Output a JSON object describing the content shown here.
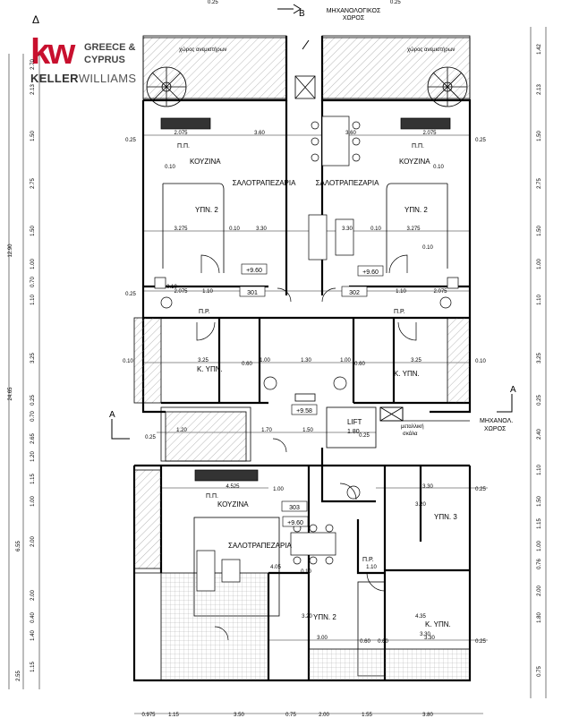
{
  "brand": {
    "mark": "kw",
    "line1": "GREECE &",
    "line2": "CYPRUS",
    "name_bold": "KELLER",
    "name_light": "WILLIAMS",
    "color": "#c8102e"
  },
  "markers": {
    "delta": "Δ",
    "section_b": "B",
    "section_a": "A"
  },
  "shaft": {
    "top_label_1": "ΜΗΧΑΝΟΛΟΓΙΚΟΣ",
    "top_label_2": "ΧΩΡΟΣ"
  },
  "terrace_label": "χώρος ανεμιστήρων",
  "rooms": {
    "kitchen": "ΚΟΥΖΙΝΑ",
    "living": "ΣΑΛΟΤΡΑΠΕΖΑΡΙΑ",
    "bedroom2": "ΥΠΝ. 2",
    "bedroom3": "ΥΠΝ. 3",
    "master": "Κ. ΥΠΝ.",
    "pp": "Π.Π.",
    "pr": "Π.Ρ.",
    "lift": "LIFT",
    "lift_dim": "1.80",
    "mech_1": "ΜΗΧΑΝΟΛ.",
    "mech_2": "ΧΩΡΟΣ",
    "metal_1": "μεταλλική",
    "metal_2": "σκάλα"
  },
  "units": [
    "301",
    "302",
    "303"
  ],
  "levels": [
    "+9.60",
    "+9.60",
    "+9.58",
    "+9.60"
  ],
  "dims_top": [
    "0.25",
    "0.25"
  ],
  "dims_bottom": [
    "0.975",
    "1.15",
    "3.50",
    "0.75",
    "2.00",
    "1.55",
    "3.80"
  ],
  "dims_left": [
    "2.70",
    "2.13",
    "1.50",
    "2.75",
    "1.50",
    "1.00",
    "0.70",
    "1.10",
    "3.25",
    "0.25",
    "0.70",
    "2.65",
    "1.20",
    "1.15",
    "1.00",
    "2.00",
    "2.00",
    "0.40",
    "1.40",
    "1.15",
    "6.55",
    "2.55"
  ],
  "dims_left_total": [
    "12.90",
    "24.65"
  ],
  "dims_right": [
    "1.42",
    "2.13",
    "1.50",
    "2.75",
    "1.50",
    "1.00",
    "1.10",
    "3.25",
    "0.25",
    "2.40",
    "1.10",
    "1.50",
    "1.15",
    "1.00",
    "0.76",
    "2.00",
    "1.80",
    "0.75"
  ],
  "dims_inner": [
    "2.075",
    "3.60",
    "3.60",
    "2.075",
    "0.25",
    "0.25",
    "0.10",
    "0.10",
    "3.275",
    "0.10",
    "3.30",
    "3.30",
    "0.10",
    "3.275",
    "0.10",
    "1.10",
    "1.10",
    "2.075",
    "2.075",
    "0.25",
    "0.10",
    "3.25",
    "0.60",
    "1.00",
    "1.30",
    "1.00",
    "0.60",
    "3.25",
    "0.10",
    "0.10",
    "0.25",
    "1.20",
    "1.70",
    "1.50",
    "0.25",
    "4.525",
    "1.00",
    "3.30",
    "0.25",
    "3.20",
    "4.05",
    "3.30",
    "1.10",
    "0.10",
    "3.20",
    "3.00",
    "0.60",
    "0.60",
    "3.30",
    "4.35",
    "0.25"
  ]
}
